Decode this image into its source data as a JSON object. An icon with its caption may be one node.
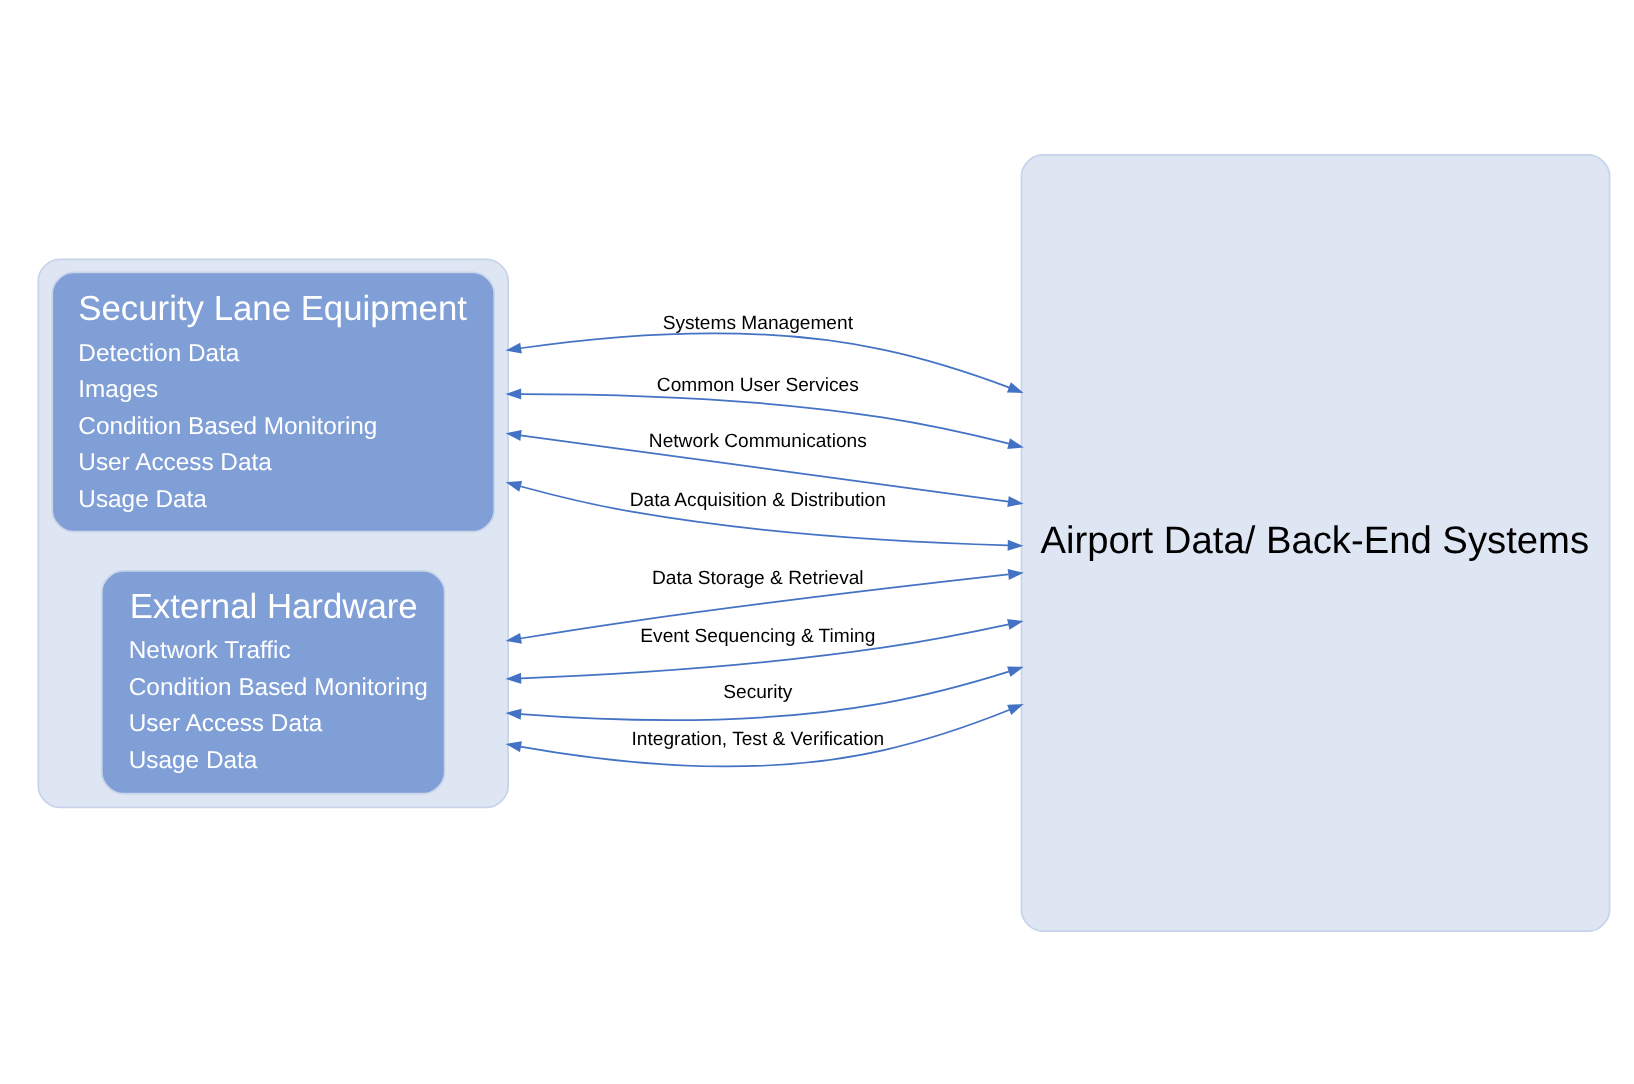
{
  "diagram": {
    "nodes": [
      {
        "text": [],
        "shape": "box"
      },
      {
        "text": [
          "Security Lane Equipment",
          "Detection Data",
          "Images",
          "Condition Based Monitoring",
          "User Access Data",
          "Usage Data"
        ],
        "in": 0
      },
      {
        "text": [
          "External Hardware",
          "Network Traffic",
          "Condition Based Monitoring",
          "User Access Data",
          "Usage Data"
        ],
        "in": 0
      },
      {
        "text": [
          "Airport Data/ Back-End Systems"
        ]
      }
    ],
    "edges": [
      {
        "from": 0,
        "to": 3,
        "arrow": "both",
        "label": "Systems Management"
      },
      {
        "from": 0,
        "to": 3,
        "arrow": "both",
        "label": "Common User Services"
      },
      {
        "from": 0,
        "to": 3,
        "arrow": "both",
        "label": "Network Communications"
      },
      {
        "from": 0,
        "to": 3,
        "arrow": "both",
        "label": "Data Acquisition & Distribution"
      },
      {
        "from": 0,
        "to": 3,
        "arrow": "both",
        "label": "Data Storage & Retrieval"
      },
      {
        "from": 0,
        "to": 3,
        "arrow": "both",
        "label": "Event Sequencing & Timing"
      },
      {
        "from": 0,
        "to": 3,
        "arrow": "both",
        "label": "Security"
      },
      {
        "from": 0,
        "to": 3,
        "arrow": "both",
        "label": "Integration, Test & Verification"
      }
    ]
  }
}
